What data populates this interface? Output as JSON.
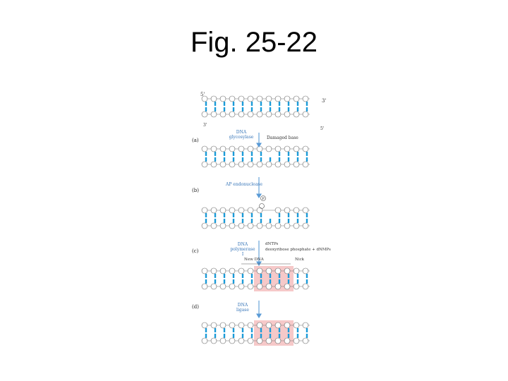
{
  "title": "Fig. 25-22",
  "figure": {
    "strand_labels": {
      "five_prime": "5'",
      "three_prime": "3'"
    },
    "panel_letters": [
      "(a)",
      "(b)",
      "(c)",
      "(d)"
    ],
    "arrow_labels": {
      "glycosylase": [
        "DNA",
        "glycosylase"
      ],
      "damaged_base": "Damaged base",
      "ap_endonuclease": "AP endonuclease",
      "pol1": [
        "DNA",
        "polymerase",
        "I"
      ],
      "dntps": "dNTPs",
      "released": "deoxyribose phosphate + dNMPs",
      "new_dna": "New DNA",
      "nick": "Nick",
      "ligase": [
        "DNA",
        "ligase"
      ]
    },
    "phosphate_symbol": "P",
    "highlight_color": "#f6c9c9",
    "strand_color": "#2f7fd1",
    "base_color": "#1b9bd8"
  }
}
